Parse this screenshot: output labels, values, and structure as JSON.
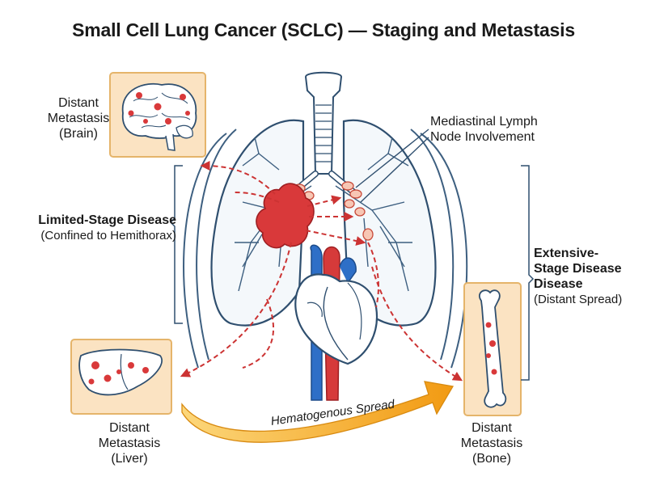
{
  "title": "Small Cell Lung Cancer (SCLC) — Staging and Metastasis",
  "labels": {
    "brain": [
      "Distant",
      "Metastasis",
      "(Brain)"
    ],
    "limited": {
      "title": "Limited-Stage Disease",
      "subtitle": "(Confined to Hemithorax)"
    },
    "lymph": [
      "Mediastinal Lymph",
      "Node Involvement"
    ],
    "extensive": {
      "title": [
        "Extensive-",
        "Stage Disease",
        "Disease"
      ],
      "subtitle": "(Distant Spread)"
    },
    "liver": [
      "Distant",
      "Metastasis",
      "(Liver)"
    ],
    "bone": [
      "Distant",
      "Metastasis",
      "(Bone)"
    ],
    "hematogenous": "Hematogenous Spread"
  },
  "colors": {
    "outline": "#2f4f6f",
    "tumor": "#d9393a",
    "artery": "#d63a3a",
    "vein": "#2e6fc7",
    "inset_bg": "#fbe3c2",
    "inset_border": "#e5b46a",
    "arrow_gold": "#f3a41d"
  }
}
